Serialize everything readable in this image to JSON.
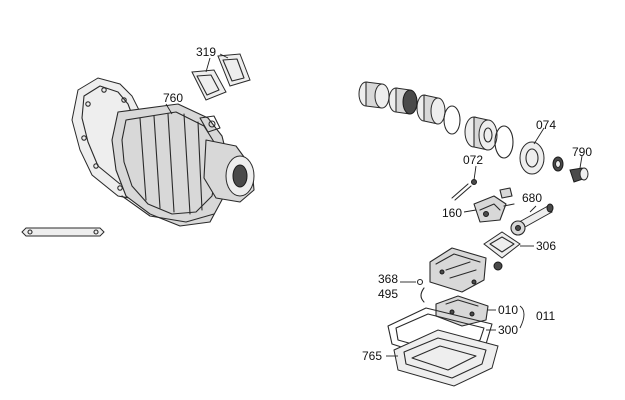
{
  "callouts": {
    "c319": "319",
    "c760": "760",
    "c074": "074",
    "c790": "790",
    "c072": "072",
    "c680": "680",
    "c160": "160",
    "c306": "306",
    "c368": "368",
    "c495": "495",
    "c010": "010",
    "c011": "011",
    "c300": "300",
    "c765": "765"
  }
}
